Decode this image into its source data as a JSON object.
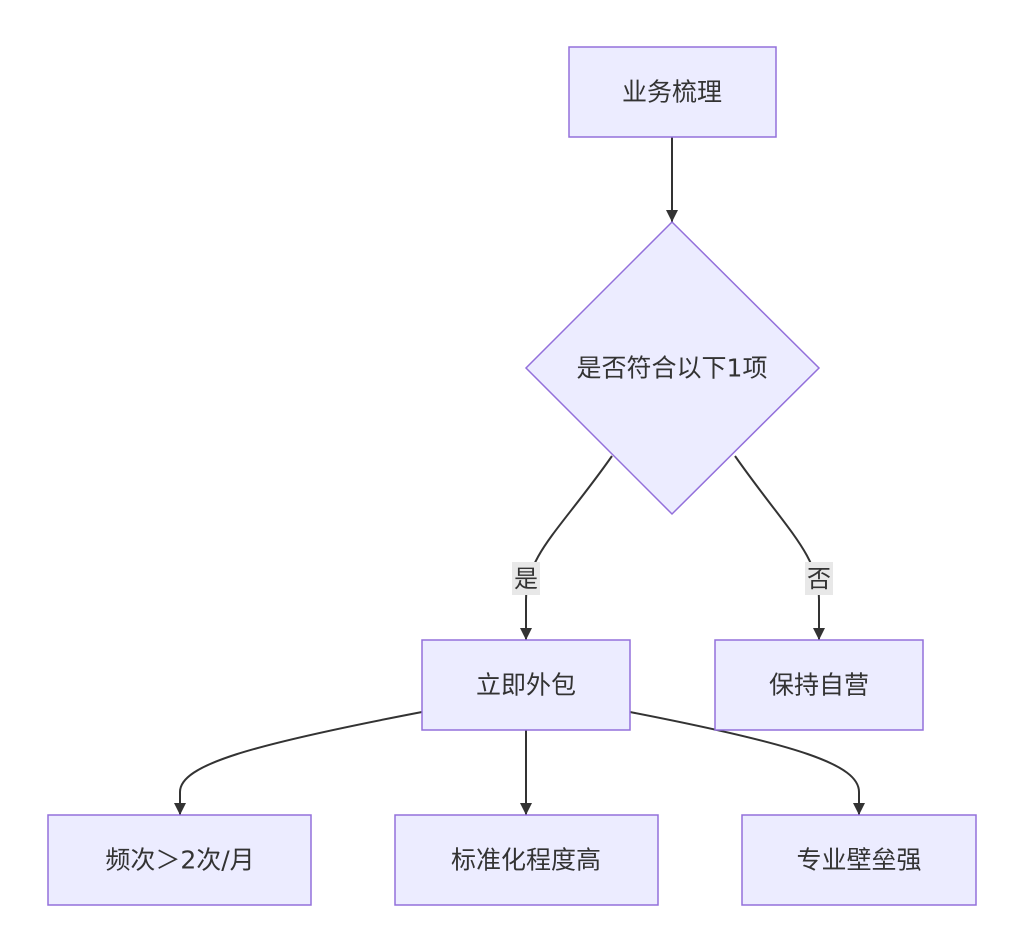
{
  "nodes": {
    "start": {
      "label": "业务梳理"
    },
    "decision": {
      "label": "是否符合以下1项"
    },
    "outsource": {
      "label": "立即外包"
    },
    "self_run": {
      "label": "保持自营"
    },
    "frequency": {
      "label": "频次＞2次/月"
    },
    "standardization": {
      "label": "标准化程度高"
    },
    "barrier": {
      "label": "专业壁垒强"
    }
  },
  "edges": [
    {
      "from": "start",
      "to": "decision",
      "label": ""
    },
    {
      "from": "decision",
      "to": "outsource",
      "label": "是"
    },
    {
      "from": "decision",
      "to": "self_run",
      "label": "否"
    },
    {
      "from": "outsource",
      "to": "frequency",
      "label": ""
    },
    {
      "from": "outsource",
      "to": "standardization",
      "label": ""
    },
    {
      "from": "outsource",
      "to": "barrier",
      "label": ""
    }
  ],
  "colors": {
    "node_fill": "#ECECFF",
    "node_stroke": "#9370DB",
    "edge": "#333333",
    "text": "#333333",
    "edge_label_bg": "#E8E8E8"
  }
}
